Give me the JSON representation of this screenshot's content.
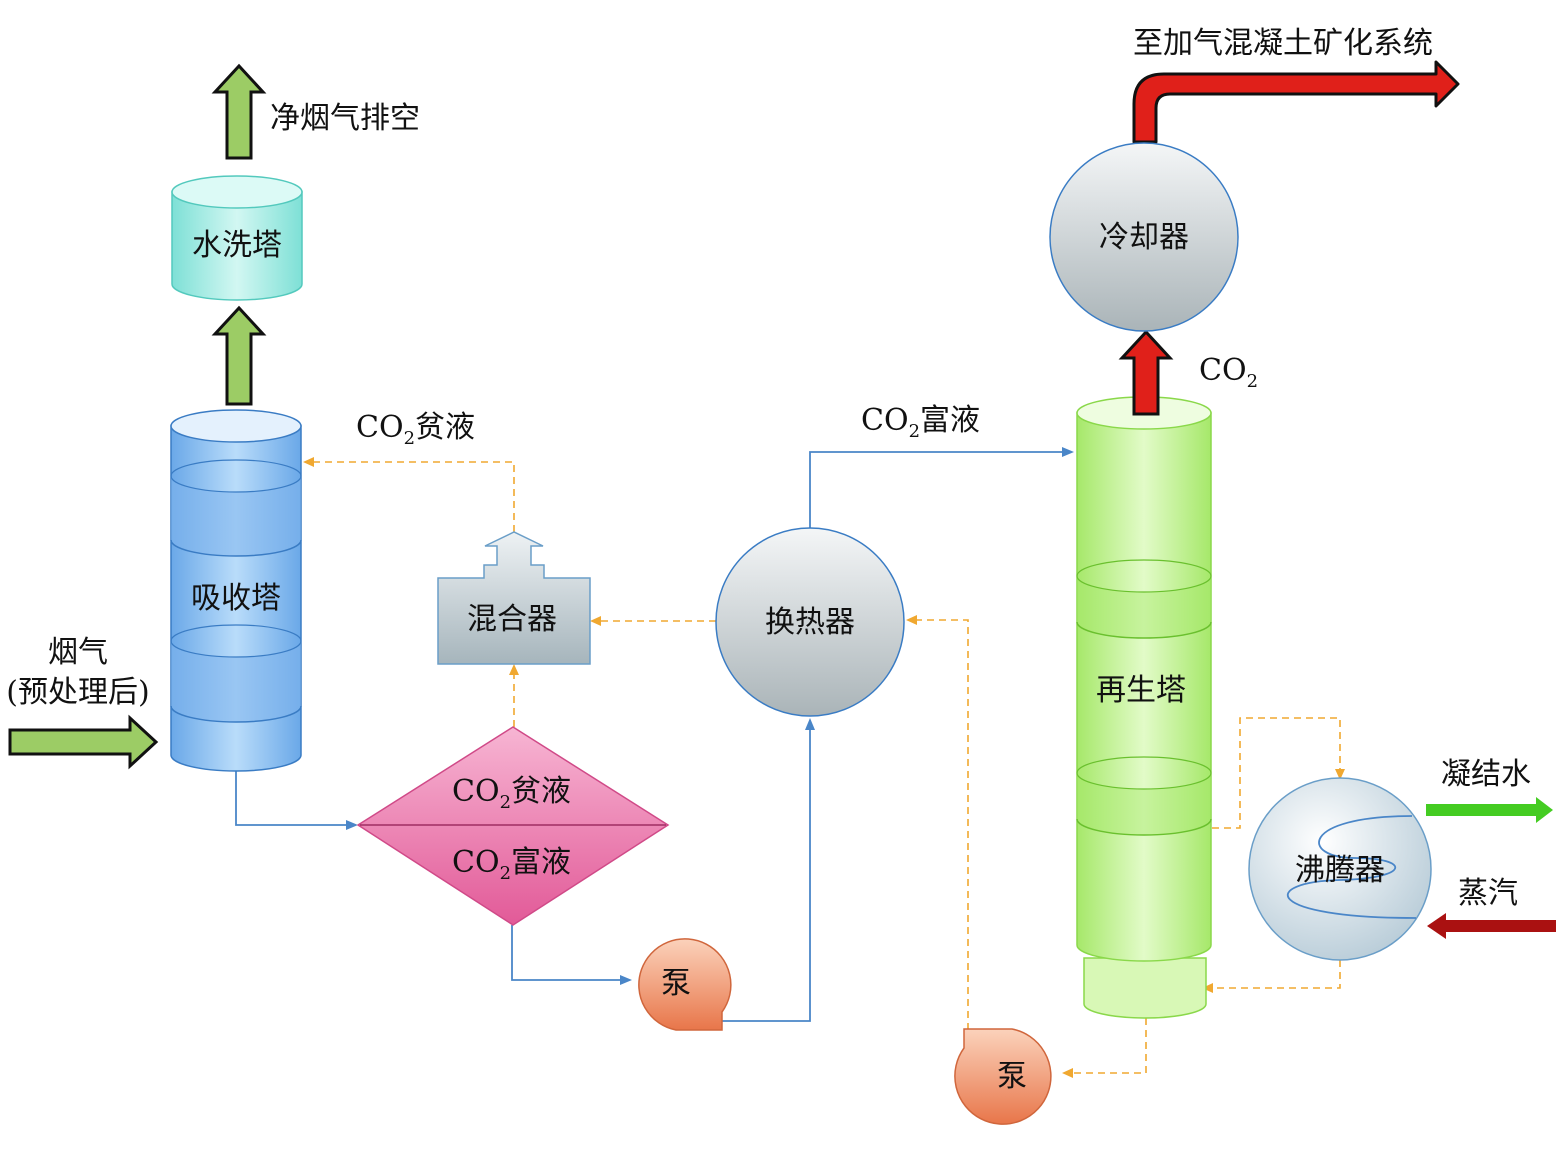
{
  "labels": {
    "clean_flue_gas_vent": "净烟气排空",
    "to_mineralization": "至加气混凝土矿化系统",
    "water_wash_tower": "水洗塔",
    "absorber": "吸收塔",
    "flue_gas_line1": "烟气",
    "flue_gas_line2": "(预处理后)",
    "lean_top_co": "CO",
    "lean_top_sub": "2",
    "lean_top_rest": "贫液",
    "mixer": "混合器",
    "heat_exchanger": "换热器",
    "rich_top_co": "CO",
    "rich_top_sub": "2",
    "rich_top_rest": "富液",
    "cooler": "冷却器",
    "co2_co": "CO",
    "co2_sub": "2",
    "regenerator": "再生塔",
    "condensate": "凝结水",
    "reboiler": "沸腾器",
    "steam": "蒸汽",
    "sep_lean_co": "CO",
    "sep_lean_sub": "2",
    "sep_lean_rest": "贫液",
    "sep_rich_co": "CO",
    "sep_rich_sub": "2",
    "sep_rich_rest": "富液",
    "pump1": "泵",
    "pump2": "泵"
  },
  "colors": {
    "rich_line": "#4a86c8",
    "lean_line": "#f0a830",
    "gas_arrow": "#9ccc65",
    "co2_arrow": "#e0201a",
    "condensate_arrow": "#44cc22",
    "steam_arrow": "#aa1111"
  }
}
